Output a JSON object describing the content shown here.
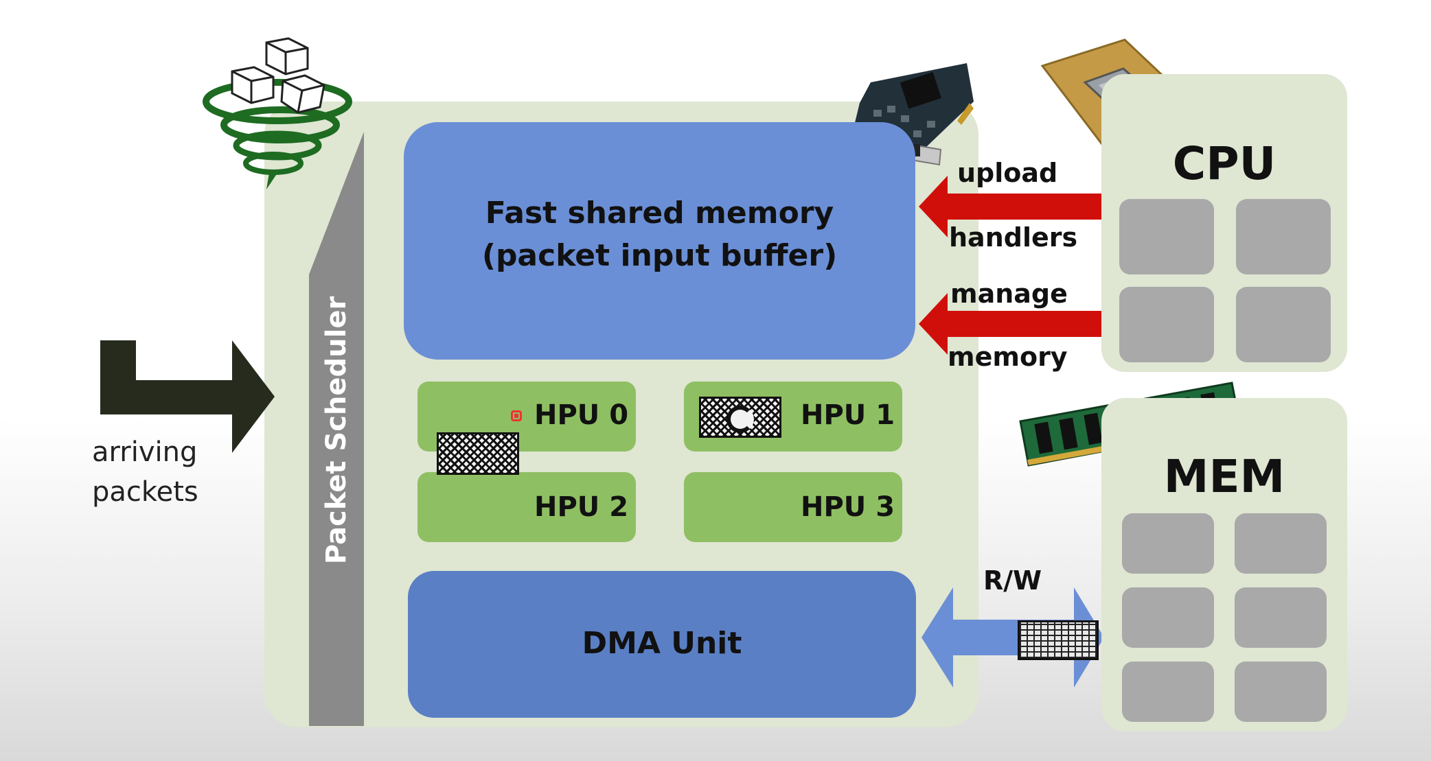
{
  "diagram": {
    "input": {
      "label_line1": "arriving",
      "label_line2": "packets"
    },
    "scheduler": {
      "label": "Packet Scheduler"
    },
    "shared_memory": {
      "line1": "Fast shared memory",
      "line2": "(packet input buffer)"
    },
    "hpus": [
      "HPU 0",
      "HPU 1",
      "HPU 2",
      "HPU 3"
    ],
    "dma": {
      "label": "DMA Unit"
    },
    "cpu": {
      "label": "CPU",
      "core_count": 4
    },
    "mem": {
      "label": "MEM",
      "bank_count": 6
    },
    "arrows": {
      "upload": {
        "line1": "upload",
        "line2": "handlers"
      },
      "manage": {
        "line1": "manage",
        "line2": "memory"
      },
      "rw": {
        "label": "R/W"
      }
    },
    "colors": {
      "panel": "#dfe6d2",
      "shared_memory": "#6b8fd6",
      "dma": "#5a7fc4",
      "hpu": "#8fbf63",
      "red_arrow": "#d10f0a",
      "blue_arrow": "#6b8fd6",
      "scheduler": "#8a8a8a",
      "core": "#a9a9a9"
    }
  }
}
